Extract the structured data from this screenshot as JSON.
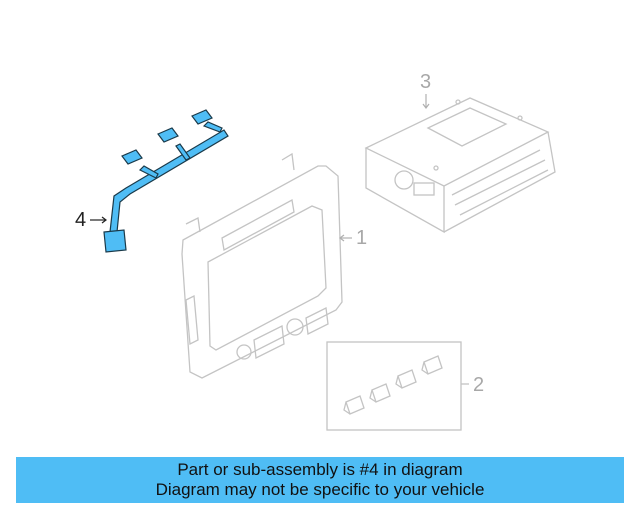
{
  "diagram": {
    "callouts": [
      {
        "number": "1",
        "label": "Radio faceplate / head unit"
      },
      {
        "number": "2",
        "label": "Button set"
      },
      {
        "number": "3",
        "label": "Radio receiver module"
      },
      {
        "number": "4",
        "label": "Wiring harness (highlighted)"
      }
    ],
    "highlight_color": "#4fbdf5",
    "line_color": "#b8b8b8"
  },
  "callout_labels": {
    "c1": "1",
    "c2": "2",
    "c3": "3",
    "c4": "4"
  },
  "banner": {
    "line1": "Part or sub-assembly is #4 in diagram",
    "line2": "Diagram may not be specific to your vehicle",
    "color": "#4fbdf5"
  }
}
